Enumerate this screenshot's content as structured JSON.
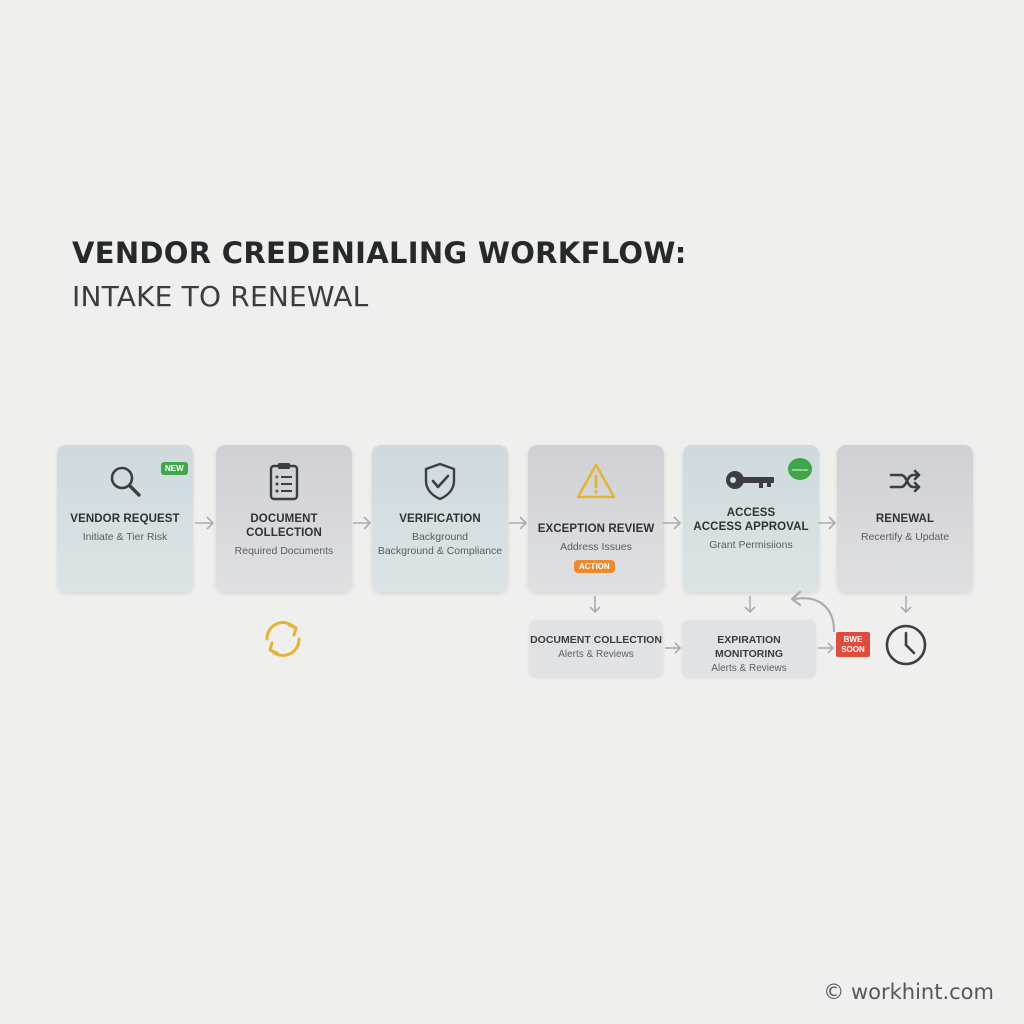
{
  "title": {
    "main": "VENDOR CREDENIALING WORKFLOW:",
    "sub": "INTAKE TO RENEWAL"
  },
  "steps": [
    {
      "title_lines": [
        "VENDOR REQUEST"
      ],
      "sub_lines": [
        "Initiate & Tier Risk"
      ],
      "icon": "magnifier-icon",
      "badge": "NEW",
      "badge_color": "#3fa64a"
    },
    {
      "title_lines": [
        "DOCUMENT",
        "COLLECTION"
      ],
      "sub_lines": [
        "Required Documents"
      ],
      "icon": "clipboard-icon"
    },
    {
      "title_lines": [
        "VERIFICATION"
      ],
      "sub_lines": [
        "Background",
        "Background & Compliance"
      ],
      "icon": "shield-check-icon"
    },
    {
      "title_lines": [
        "EXCEPTION REVIEW"
      ],
      "sub_lines": [
        "Address Issues"
      ],
      "icon": "warning-triangle-icon",
      "badge": "ACTION",
      "badge_color": "#ee8a2e"
    },
    {
      "title_lines": [
        "ACCESS",
        "ACCESS APPROVAL"
      ],
      "sub_lines": [
        "Grant Permisiions"
      ],
      "icon": "key-icon",
      "badge": "APPROVED",
      "badge_color": "#3fa64a"
    },
    {
      "title_lines": [
        "RENEWAL"
      ],
      "sub_lines": [
        "Recertify & Update"
      ],
      "icon": "shuffle-arrows-icon"
    }
  ],
  "sub_steps": [
    {
      "title": "DOCUMENT COLLECTION",
      "sub": "Alerts & Reviews"
    },
    {
      "title": "EXPIRATION MONITORING",
      "sub": "Alerts & Reviews"
    }
  ],
  "due_badge": {
    "lines": [
      "BWE",
      "SOON"
    ],
    "color": "#e14b3b"
  },
  "icons": {
    "cycle": "refresh-cycle-icon",
    "clock": "clock-icon",
    "loop_back": "curved-return-arrow-icon"
  },
  "colors": {
    "accent_yellow": "#e2b53a",
    "arrow": "#a9adb1",
    "icon_stroke": "#3b3f43"
  },
  "watermark": "© workhint.com"
}
